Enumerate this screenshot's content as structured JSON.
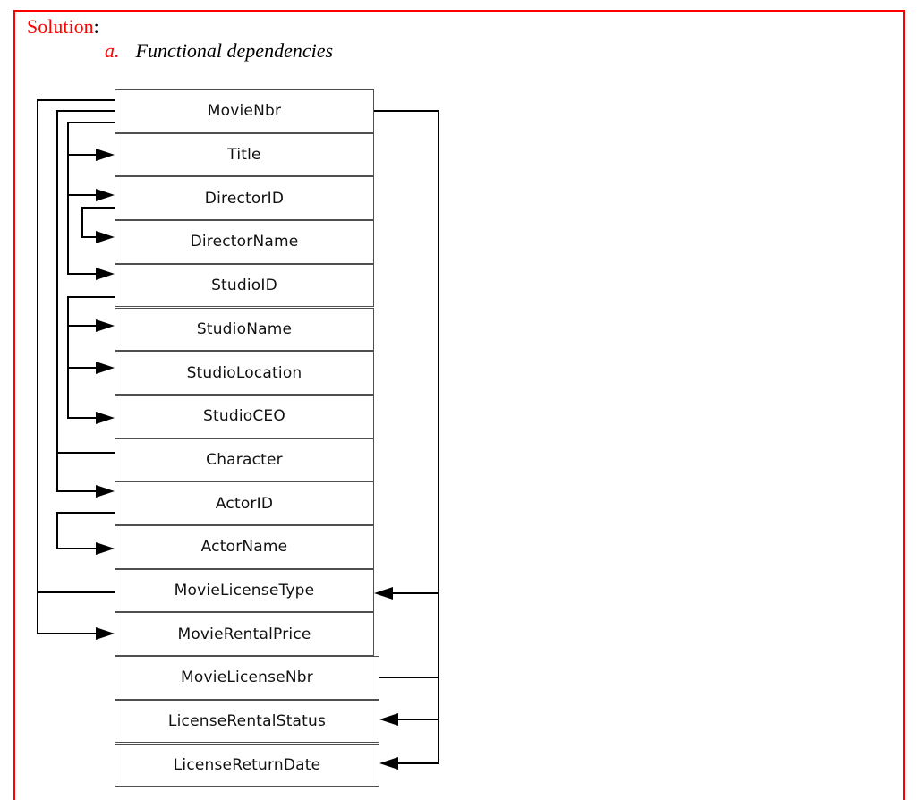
{
  "page": {
    "background": "#ffffff",
    "border_color": "#ff0000"
  },
  "header": {
    "solution_label": "Solution",
    "solution_colon": ":",
    "item_letter": "a.",
    "item_title": "Functional dependencies",
    "solution_color": "#ff0000",
    "text_color": "#000000"
  },
  "diagram": {
    "line_color": "#000000",
    "box_border_color": "#4f4f4f",
    "attributes": [
      "MovieNbr",
      "Title",
      "DirectorID",
      "DirectorName",
      "StudioID",
      "StudioName",
      "StudioLocation",
      "StudioCEO",
      "Character",
      "ActorID",
      "ActorName",
      "MovieLicenseType",
      "MovieRentalPrice",
      "MovieLicenseNbr",
      "LicenseRentalStatus",
      "LicenseReturnDate"
    ],
    "functional_dependencies": [
      {
        "determinant": [
          "MovieNbr"
        ],
        "dependents": [
          "Title",
          "DirectorID",
          "StudioID"
        ]
      },
      {
        "determinant": [
          "MovieNbr",
          "Character"
        ],
        "dependents": [
          "ActorID"
        ]
      },
      {
        "determinant": [
          "MovieNbr",
          "MovieLicenseType"
        ],
        "dependents": [
          "MovieRentalPrice"
        ]
      },
      {
        "determinant": [
          "DirectorID"
        ],
        "dependents": [
          "DirectorName"
        ]
      },
      {
        "determinant": [
          "StudioID"
        ],
        "dependents": [
          "StudioName",
          "StudioLocation",
          "StudioCEO"
        ]
      },
      {
        "determinant": [
          "ActorID"
        ],
        "dependents": [
          "ActorName"
        ]
      },
      {
        "determinant": [
          "MovieNbr"
        ],
        "dependents": [
          "MovieLicenseType"
        ]
      },
      {
        "determinant": [
          "MovieLicenseNbr"
        ],
        "dependents": [
          "LicenseRentalStatus",
          "LicenseReturnDate"
        ]
      }
    ]
  }
}
